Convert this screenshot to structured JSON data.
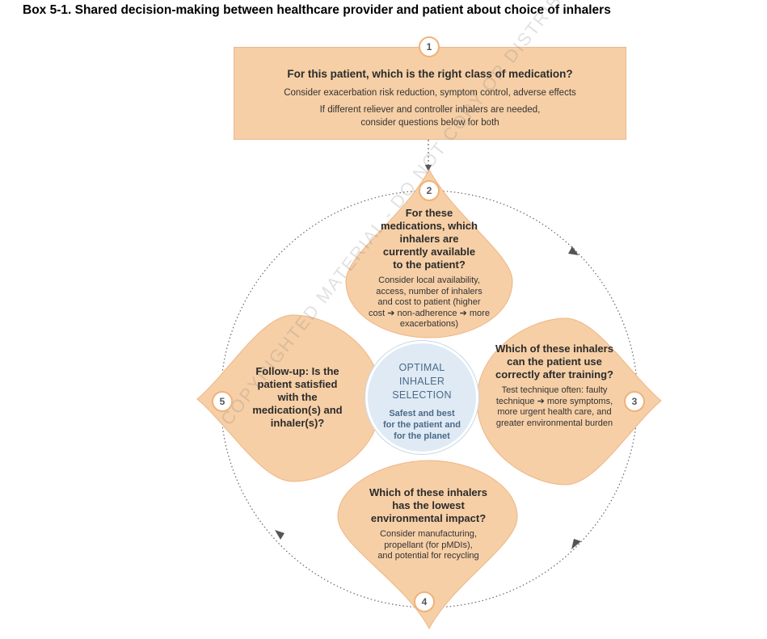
{
  "title": "Box 5-1. Shared decision-making between healthcare provider and patient about choice of inhalers",
  "step1": {
    "number": "1",
    "question": "For this patient, which is the right class of medication?",
    "detail_line1": "Consider exacerbation risk reduction, symptom control, adverse effects",
    "detail_line2": "If different reliever and controller inhalers are needed, consider questions below for both"
  },
  "step2": {
    "number": "2",
    "question": "For these medications, which inhalers are currently available to the patient?",
    "detail": "Consider local availability, access, number of inhalers and cost to patient (higher cost ➔ non-adherence ➔ more exacerbations)"
  },
  "step3": {
    "number": "3",
    "question": "Which of these inhalers can the patient use correctly after training?",
    "detail": "Test technique often: faulty technique ➔ more symptoms, more urgent health care, and greater environmental burden"
  },
  "step4": {
    "number": "4",
    "question": "Which of these inhalers has the lowest environmental impact?",
    "detail": "Consider manufacturing, propellant (for pMDIs), and potential for recycling"
  },
  "step5": {
    "number": "5",
    "question": "Follow-up: Is the patient satisfied with the medication(s) and inhaler(s)?"
  },
  "center": {
    "heading": "OPTIMAL INHALER SELECTION",
    "subtext": "Safest and best for the patient and for the planet"
  },
  "watermark": "COPYRIGHTED MATERIAL - DO NOT COPY OR DISTRIBUTE",
  "colors": {
    "petal_fill": "#f6cfa6",
    "petal_stroke": "#efb583",
    "center_fill": "#dfeaf4",
    "center_text": "#4a6a8a",
    "number_ring": "#f0b27a"
  }
}
